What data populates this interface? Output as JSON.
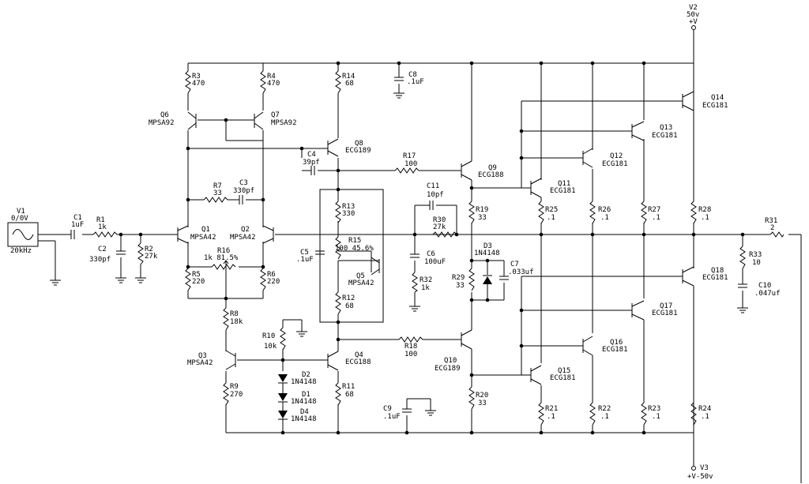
{
  "sources": {
    "v1": {
      "name": "V1",
      "value": "0/0V",
      "freq": "20kHz"
    },
    "v2": {
      "name": "V2",
      "value": "50v",
      "rail": "+V"
    },
    "v3": {
      "name": "V3",
      "value": "+V-50v"
    }
  },
  "parts": {
    "c1": {
      "name": "C1",
      "value": "1uF"
    },
    "r1": {
      "name": "R1",
      "value": "1k"
    },
    "c2": {
      "name": "C2",
      "value": "330pf"
    },
    "r2": {
      "name": "R2",
      "value": "27k"
    },
    "r3": {
      "name": "R3",
      "value": "470"
    },
    "r4": {
      "name": "R4",
      "value": "470"
    },
    "q6": {
      "name": "Q6",
      "value": "MPSA92"
    },
    "q7": {
      "name": "Q7",
      "value": "MPSA92"
    },
    "r7": {
      "name": "R7",
      "value": "33"
    },
    "c3": {
      "name": "C3",
      "value": "330pf"
    },
    "q1": {
      "name": "Q1",
      "value": "MPSA42"
    },
    "q2": {
      "name": "Q2",
      "value": "MPSA42"
    },
    "r16": {
      "name": "R16",
      "value": "1k 81.5%"
    },
    "r5": {
      "name": "R5",
      "value": "220"
    },
    "r6": {
      "name": "R6",
      "value": "220"
    },
    "r8": {
      "name": "R8",
      "value": "18k"
    },
    "q3": {
      "name": "Q3",
      "value": "MPSA42"
    },
    "r9": {
      "name": "R9",
      "value": "270"
    },
    "r10": {
      "name": "R10",
      "value": "10k"
    },
    "d2": {
      "name": "D2",
      "value": "1N4148"
    },
    "d1": {
      "name": "D1",
      "value": "1N4148"
    },
    "d4": {
      "name": "D4",
      "value": "1N4148"
    },
    "r14": {
      "name": "R14",
      "value": "68"
    },
    "c8": {
      "name": "C8",
      "value": ".1uF"
    },
    "q8": {
      "name": "Q8",
      "value": "ECG189"
    },
    "c4": {
      "name": "C4",
      "value": "39pf"
    },
    "r13": {
      "name": "R13",
      "value": "330"
    },
    "r15": {
      "name": "R15",
      "value": "100 45.6%"
    },
    "c5": {
      "name": "C5",
      "value": ".1uF"
    },
    "q5": {
      "name": "Q5",
      "value": "MPSA42"
    },
    "r12": {
      "name": "R12",
      "value": "68"
    },
    "q4": {
      "name": "Q4",
      "value": "ECG188"
    },
    "r11": {
      "name": "R11",
      "value": "68"
    },
    "c9": {
      "name": "C9",
      "value": ".1uF"
    },
    "r17": {
      "name": "R17",
      "value": "100"
    },
    "c11": {
      "name": "C11",
      "value": "10pf"
    },
    "r30": {
      "name": "R30",
      "value": "27k"
    },
    "c6": {
      "name": "C6",
      "value": "100uF"
    },
    "r32": {
      "name": "R32",
      "value": "1k"
    },
    "r18": {
      "name": "R18",
      "value": "100"
    },
    "q9": {
      "name": "Q9",
      "value": "ECG188"
    },
    "r19": {
      "name": "R19",
      "value": "33"
    },
    "d3": {
      "name": "D3",
      "value": "1N4148"
    },
    "c7": {
      "name": "C7",
      "value": ".033uf"
    },
    "r29": {
      "name": "R29",
      "value": "33"
    },
    "q10": {
      "name": "Q10",
      "value": "ECG189"
    },
    "r20": {
      "name": "R20",
      "value": "33"
    },
    "q11": {
      "name": "Q11",
      "value": "ECG181"
    },
    "r25": {
      "name": "R25",
      "value": ".1"
    },
    "q12": {
      "name": "Q12",
      "value": "ECG181"
    },
    "r26": {
      "name": "R26",
      "value": ".1"
    },
    "q13": {
      "name": "Q13",
      "value": "ECG181"
    },
    "r27": {
      "name": "R27",
      "value": ".1"
    },
    "q14": {
      "name": "Q14",
      "value": "ECG181"
    },
    "r28": {
      "name": "R28",
      "value": ".1"
    },
    "q15": {
      "name": "Q15",
      "value": "ECG181"
    },
    "r21": {
      "name": "R21",
      "value": ".1"
    },
    "q16": {
      "name": "Q16",
      "value": "ECG181"
    },
    "r22": {
      "name": "R22",
      "value": ".1"
    },
    "q17": {
      "name": "Q17",
      "value": "ECG181"
    },
    "r23": {
      "name": "R23",
      "value": ".1"
    },
    "q18": {
      "name": "Q18",
      "value": "ECG181"
    },
    "r24": {
      "name": "R24",
      "value": ".1"
    },
    "r31": {
      "name": "R31",
      "value": "2"
    },
    "r33": {
      "name": "R33",
      "value": "10"
    },
    "c10": {
      "name": "C10",
      "value": ".047uf"
    }
  }
}
